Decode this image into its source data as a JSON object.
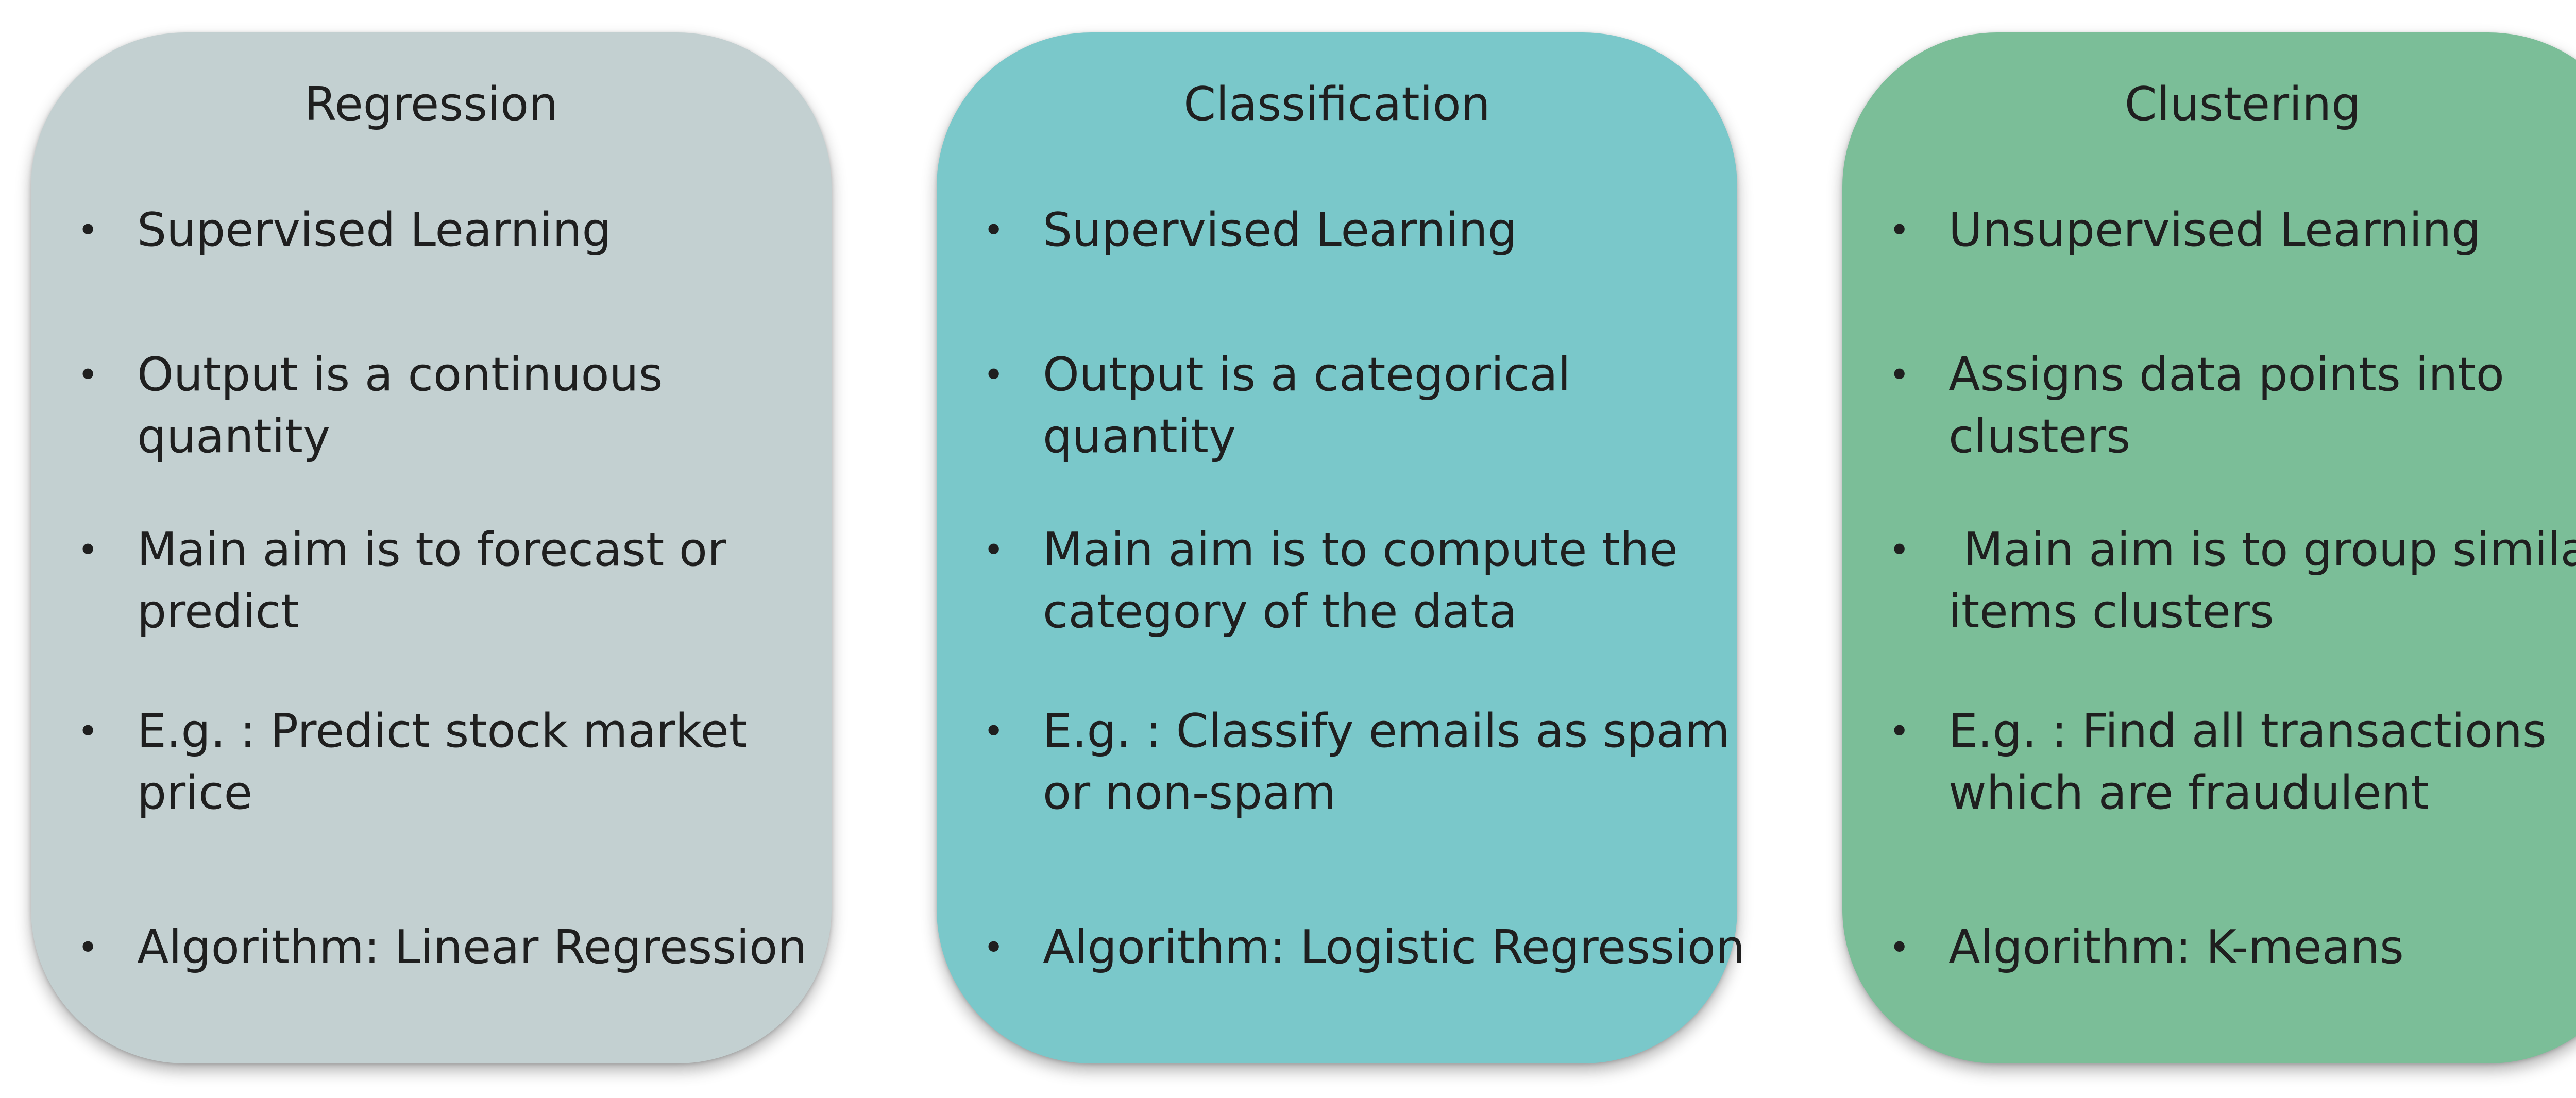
{
  "cards": [
    {
      "title": "Regression",
      "color": "#c3d0d1",
      "bullets": [
        {
          "line1": "Supervised Learning",
          "line2": ""
        },
        {
          "line1": "Output is a continuous",
          "line2": "quantity"
        },
        {
          "line1": "Main aim is to forecast or",
          "line2": "predict"
        },
        {
          "line1": "E.g. : Predict stock market",
          "line2": "price"
        },
        {
          "line1": "Algorithm: Linear Regression",
          "line2": ""
        }
      ]
    },
    {
      "title": "Classification",
      "color": "#7ac8ca",
      "bullets": [
        {
          "line1": "Supervised Learning",
          "line2": ""
        },
        {
          "line1": "Output is a categorical",
          "line2": "quantity"
        },
        {
          "line1": "Main aim is to compute the",
          "line2": "category of the data"
        },
        {
          "line1": "E.g. : Classify emails as spam",
          "line2": "or non-spam"
        },
        {
          "line1": "Algorithm: Logistic Regression",
          "line2": ""
        }
      ]
    },
    {
      "title": "Clustering",
      "color": "#7bbe98",
      "bullets": [
        {
          "line1": "Unsupervised Learning",
          "line2": ""
        },
        {
          "line1": "Assigns data points into",
          "line2": "clusters"
        },
        {
          "line1": " Main aim is to group similar",
          "line2": "items clusters"
        },
        {
          "line1": "E.g. : Find all transactions",
          "line2": "which are fraudulent"
        },
        {
          "line1": "Algorithm: K-means",
          "line2": ""
        }
      ]
    }
  ],
  "bullet_symbol": "•"
}
